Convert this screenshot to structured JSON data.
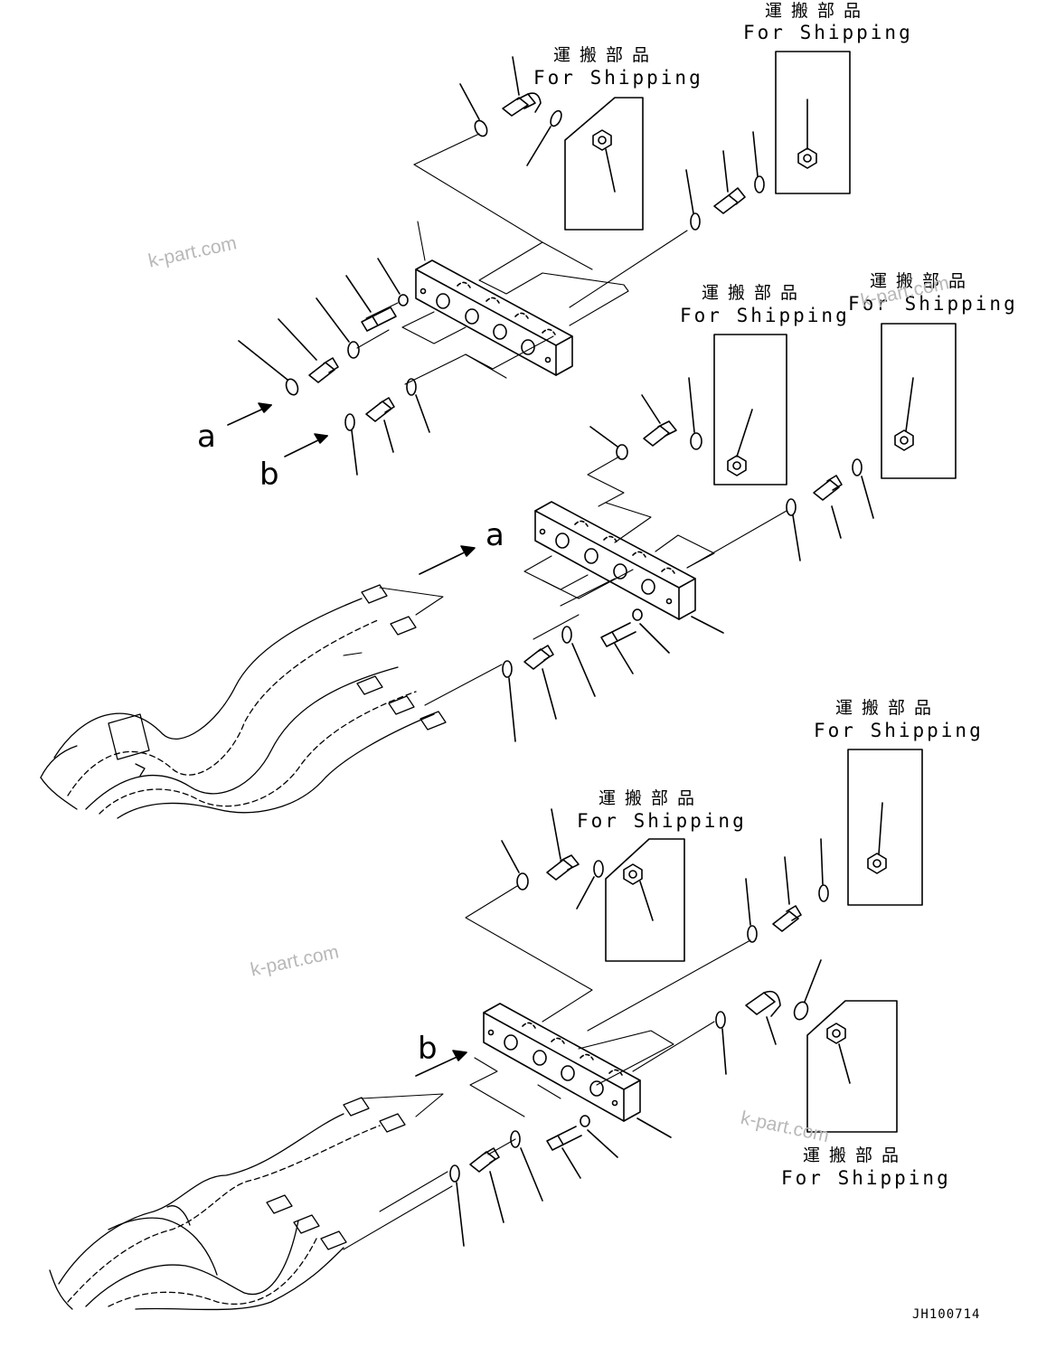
{
  "labels": {
    "shipping_jp": "運搬部品",
    "shipping_en": "For Shipping"
  },
  "letters": {
    "a": "a",
    "b": "b"
  },
  "watermark": "k-part.com",
  "drawing_code": "JH100714",
  "colors": {
    "line": "#000000",
    "watermark": "#b8b8b8"
  }
}
